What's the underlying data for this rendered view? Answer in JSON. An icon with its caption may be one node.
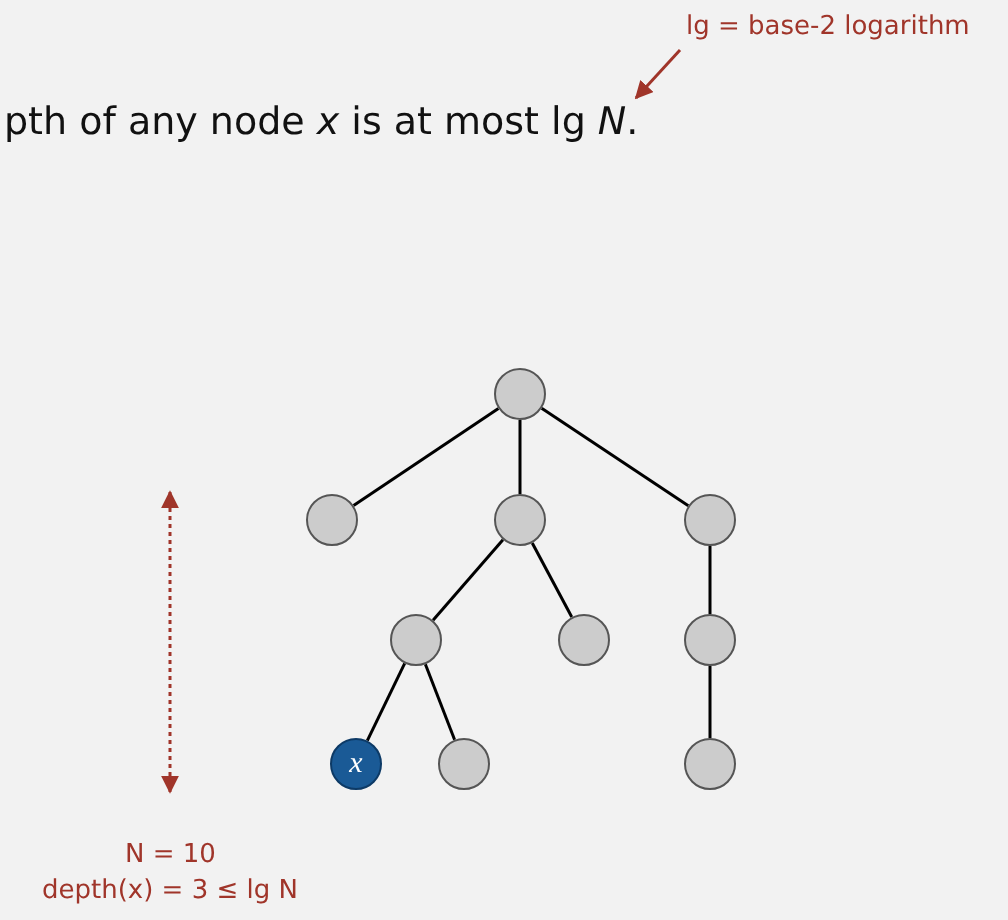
{
  "diagram": {
    "nodes": [
      {
        "text": [],
        "shape": "circle"
      },
      {
        "text": [],
        "shape": "circle"
      },
      {
        "text": [],
        "shape": "circle"
      },
      {
        "text": [],
        "shape": "circle"
      },
      {
        "text": [],
        "shape": "circle"
      },
      {
        "text": [],
        "shape": "circle"
      },
      {
        "text": [],
        "shape": "circle"
      },
      {
        "text": [
          "x"
        ]
      },
      {
        "text": [],
        "shape": "circle"
      },
      {
        "text": [],
        "shape": "circle"
      },
      {
        "text": [
          "lg = base-2 logarithm"
        ]
      },
      {
        "text": [
          "pth of any node *x* is at most lg *N*."
        ]
      }
    ],
    "edges": [
      {
        "from": 0,
        "to": 1,
        "arrow": "none"
      },
      {
        "from": 0,
        "to": 2,
        "arrow": "none"
      },
      {
        "from": 0,
        "to": 3,
        "arrow": "none"
      },
      {
        "from": 2,
        "to": 4,
        "arrow": "none"
      },
      {
        "from": 2,
        "to": 5,
        "arrow": "none"
      },
      {
        "from": 3,
        "to": 6,
        "arrow": "none"
      },
      {
        "from": 4,
        "to": 7,
        "arrow": "none"
      },
      {
        "from": 4,
        "to": 8,
        "arrow": "none"
      },
      {
        "from": 6,
        "to": 9,
        "arrow": "none"
      },
      {
        "from": 10,
        "to": 11,
        "arrow": "to",
        "color": "#a0352a"
      }
    ],
    "labels": [
      "N = 10",
      "depth(x) = 3 ≤  lg N"
    ]
  }
}
